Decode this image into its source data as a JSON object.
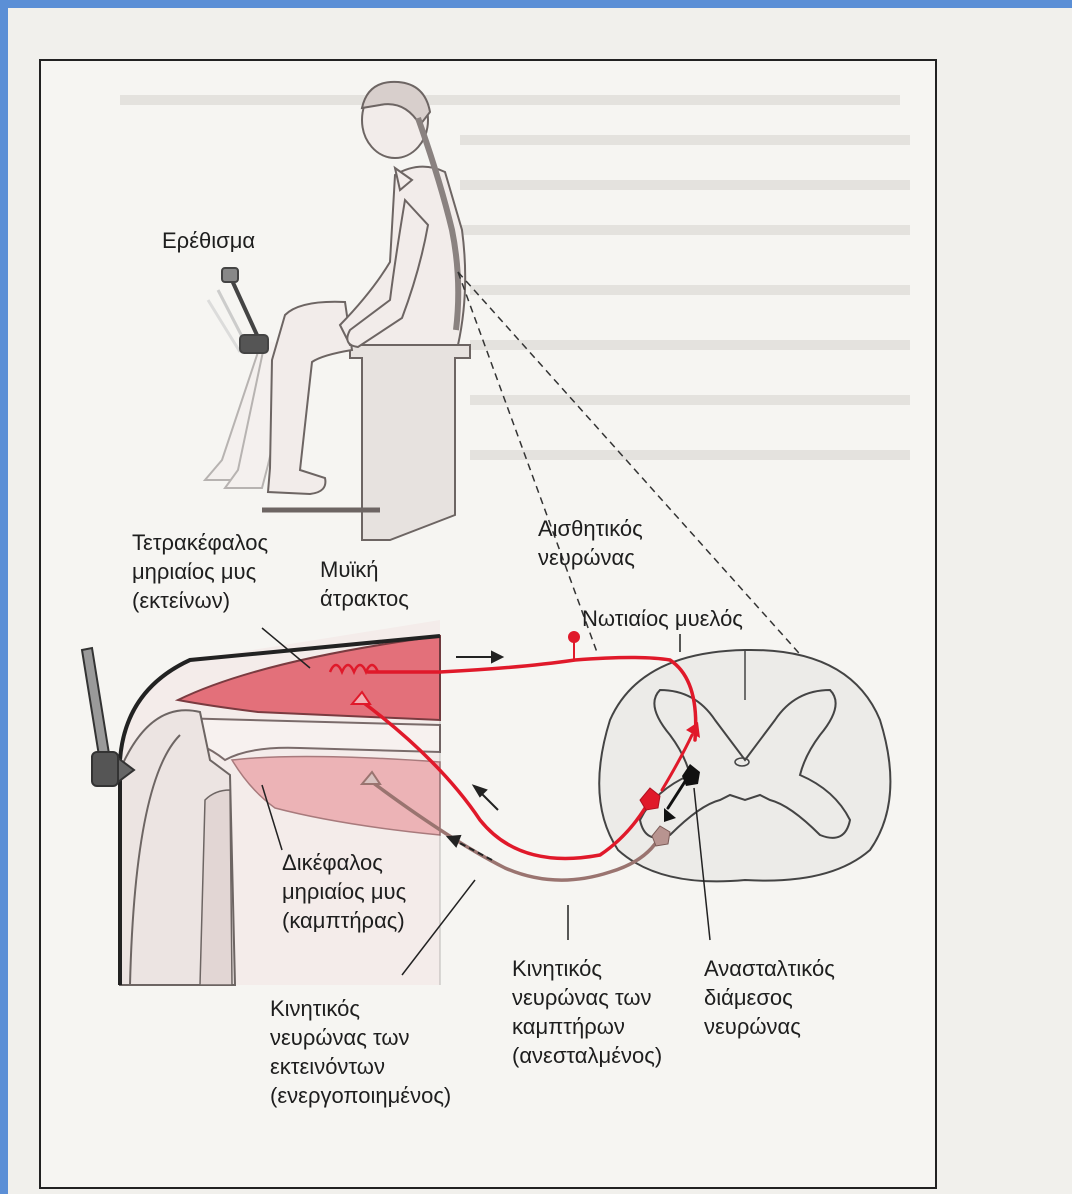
{
  "diagram": {
    "stimulus_label": "Ερέθισμα",
    "quadriceps_label": [
      "Τετρακέφαλος",
      "μηριαίος μυς",
      "(εκτείνων)"
    ],
    "muscle_spindle_label": [
      "Μυϊκή",
      "άτρακτος"
    ],
    "sensory_neuron_label": [
      "Αισθητικός",
      "νευρώνας"
    ],
    "spinal_cord_label": "Νωτιαίος μυελός",
    "hamstring_label": [
      "Δικέφαλος",
      "μηριαίος μυς",
      "(καμπτήρας)"
    ],
    "extensor_motor_neuron_label": [
      "Κινητικός",
      "νευρώνας των",
      "εκτεινόντων",
      "(ενεργοποιημένος)"
    ],
    "flexor_motor_neuron_label": [
      "Κινητικός",
      "νευρώνας των",
      "καμπτήρων",
      "(ανεσταλμένος)"
    ],
    "inhibitory_interneuron_label": [
      "Ανασταλτικός",
      "διάμεσος",
      "νευρώνας"
    ]
  },
  "colors": {
    "extensor_path": "#e0192a",
    "flexor_path": "#9a7470",
    "interneuron": "#111111",
    "quadriceps_fill": "#e3707a",
    "hamstring_fill": "#ecb3b6",
    "frame_border": "#5b8fd6"
  }
}
